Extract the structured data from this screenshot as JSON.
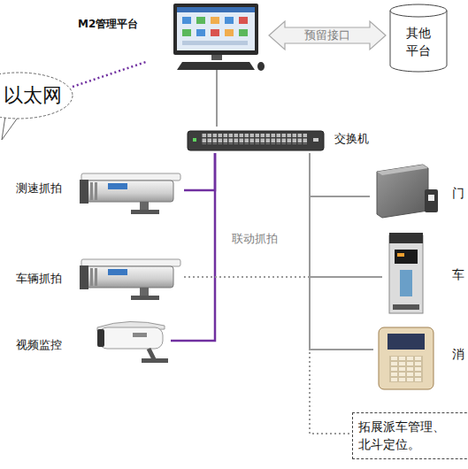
{
  "diagram": {
    "nodes": [
      {
        "text": [
          "M2管理平台"
        ]
      },
      {
        "text": [
          "其他 平台"
        ]
      },
      {
        "text": [
          "以太网"
        ]
      },
      {
        "text": [
          "交换机"
        ]
      },
      {
        "text": [
          "测速抓拍"
        ]
      },
      {
        "text": [
          "车辆抓拍"
        ]
      },
      {
        "text": [
          "视频监控"
        ]
      },
      {
        "text": [
          "门"
        ]
      },
      {
        "text": [
          "车"
        ]
      },
      {
        "text": [
          "消"
        ]
      },
      {
        "text": [
          "拓展派车管理、 北斗定位。"
        ]
      }
    ],
    "edges": [
      {
        "from": 0,
        "to": 1,
        "arrow": "both",
        "label": "预留接口"
      },
      {
        "from": 2,
        "to": 0,
        "arrow": "none"
      },
      {
        "from": 0,
        "to": 3,
        "arrow": "none"
      },
      {
        "from": 3,
        "to": 4,
        "arrow": "none"
      },
      {
        "from": 3,
        "to": 6,
        "arrow": "none"
      },
      {
        "from": 5,
        "to": 8,
        "arrow": "none"
      },
      {
        "from": 3,
        "to": 7,
        "arrow": "none"
      },
      {
        "from": 3,
        "to": 8,
        "arrow": "none"
      },
      {
        "from": 3,
        "to": 9,
        "arrow": "none"
      },
      {
        "from": 3,
        "to": 10,
        "arrow": "none"
      }
    ],
    "labels": [
      "联动抓拍"
    ]
  }
}
